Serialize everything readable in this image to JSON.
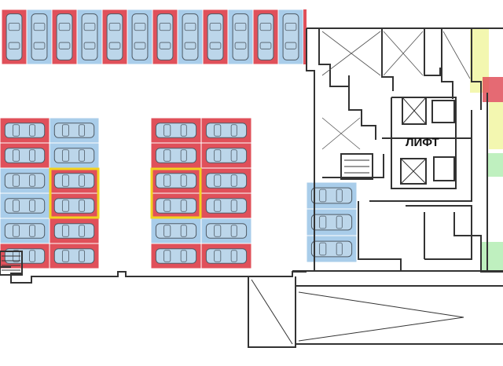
{
  "plan": {
    "lift_label": "ЛИФТ"
  },
  "colors": {
    "occupied": "#e0505a",
    "available": "#a9cdea",
    "selected_outline": "#f2d21f",
    "wall": "#333333",
    "lift_zone": "#f3f7b0",
    "service_zone": "#bff0bf",
    "car_fill": "#bcd6ea",
    "car_stroke": "#4f5b66"
  },
  "legend_semantics": {
    "red": "occupied-spot",
    "blue": "available-spot",
    "yellow-frame": "selected-spot"
  },
  "lots": {
    "top_row": [
      "occupied",
      "available",
      "occupied",
      "available",
      "occupied",
      "available",
      "occupied",
      "available",
      "occupied",
      "available",
      "occupied",
      "available"
    ],
    "block_a": [
      [
        "occupied",
        "available"
      ],
      [
        "occupied",
        "available"
      ],
      [
        "available",
        "occupied"
      ],
      [
        "available",
        "occupied"
      ],
      [
        "available",
        "occupied"
      ],
      [
        "occupied",
        "occupied"
      ]
    ],
    "block_b": [
      [
        "occupied",
        "occupied"
      ],
      [
        "occupied",
        "occupied"
      ],
      [
        "occupied",
        "occupied"
      ],
      [
        "occupied",
        "occupied"
      ],
      [
        "available",
        "available"
      ],
      [
        "occupied",
        "occupied"
      ]
    ],
    "right_column": [
      "available",
      "available",
      "available"
    ]
  },
  "selected": [
    {
      "block": "block_a",
      "col": 1,
      "rows": [
        2,
        3
      ]
    },
    {
      "block": "block_b",
      "col": 0,
      "rows": [
        2,
        3
      ]
    }
  ]
}
